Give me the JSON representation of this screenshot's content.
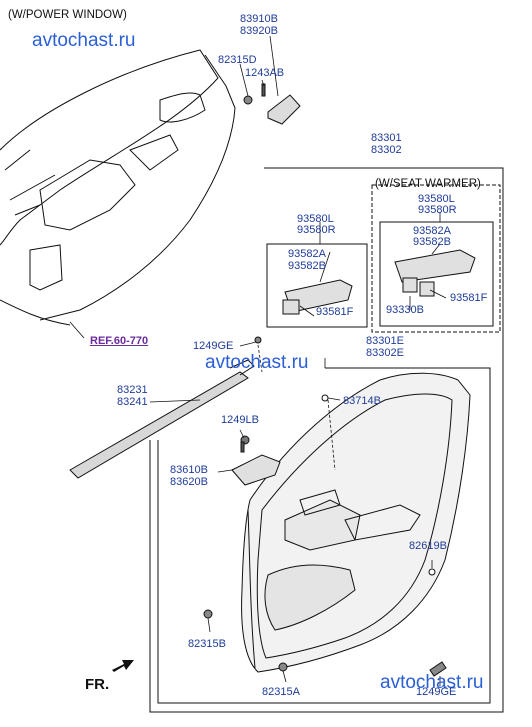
{
  "diagram": {
    "header": "(W/POWER WINDOW)",
    "watermark": "avtochast.ru",
    "ref_label": "REF.60-770",
    "direction_label": "FR.",
    "seat_warmer_label": "(W/SEAT WARMER)",
    "labels": {
      "p83910B": "83910B",
      "p83920B": "83920B",
      "p82315D": "82315D",
      "p1243AB": "1243AB",
      "p83301": "83301",
      "p83302": "83302",
      "p93580L_a": "93580L",
      "p93580R_a": "93580R",
      "p93582A_a": "93582A",
      "p93582B_a": "93582B",
      "p93581F_a": "93581F",
      "p93580L_b": "93580L",
      "p93580R_b": "93580R",
      "p93582A_b": "93582A",
      "p93582B_b": "93582B",
      "p93581F_b": "93581F",
      "p93330B": "93330B",
      "p1249GE_a": "1249GE",
      "p83301E": "83301E",
      "p83302E": "83302E",
      "p83231": "83231",
      "p83241": "83241",
      "p83714B": "83714B",
      "p1249LB": "1249LB",
      "p83610B": "83610B",
      "p83620B": "83620B",
      "p82619B": "82619B",
      "p82315B": "82315B",
      "p82315A": "82315A",
      "p1249GE_b": "1249GE"
    }
  }
}
